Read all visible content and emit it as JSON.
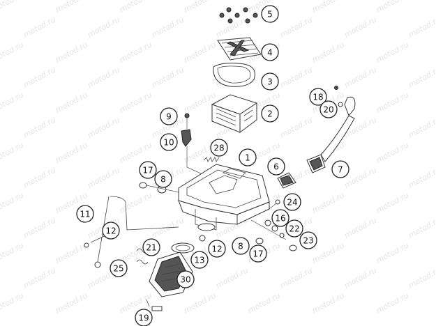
{
  "watermark": "motod.ru",
  "callouts": [
    {
      "id": "c1",
      "label": "1"
    },
    {
      "id": "c2",
      "label": "2"
    },
    {
      "id": "c3",
      "label": "3"
    },
    {
      "id": "c4",
      "label": "4"
    },
    {
      "id": "c5",
      "label": "5"
    },
    {
      "id": "c6",
      "label": "6"
    },
    {
      "id": "c7",
      "label": "7"
    },
    {
      "id": "c8a",
      "label": "8"
    },
    {
      "id": "c8b",
      "label": "8"
    },
    {
      "id": "c9",
      "label": "9"
    },
    {
      "id": "c10",
      "label": "10"
    },
    {
      "id": "c11",
      "label": "11"
    },
    {
      "id": "c12a",
      "label": "12"
    },
    {
      "id": "c12b",
      "label": "12"
    },
    {
      "id": "c13",
      "label": "13"
    },
    {
      "id": "c16",
      "label": "16"
    },
    {
      "id": "c17a",
      "label": "17"
    },
    {
      "id": "c17b",
      "label": "17"
    },
    {
      "id": "c18",
      "label": "18"
    },
    {
      "id": "c19",
      "label": "19"
    },
    {
      "id": "c20",
      "label": "20"
    },
    {
      "id": "c21",
      "label": "21"
    },
    {
      "id": "c22",
      "label": "22"
    },
    {
      "id": "c23",
      "label": "23"
    },
    {
      "id": "c24",
      "label": "24"
    },
    {
      "id": "c25",
      "label": "25"
    },
    {
      "id": "c28",
      "label": "28"
    },
    {
      "id": "c30",
      "label": "30"
    }
  ]
}
